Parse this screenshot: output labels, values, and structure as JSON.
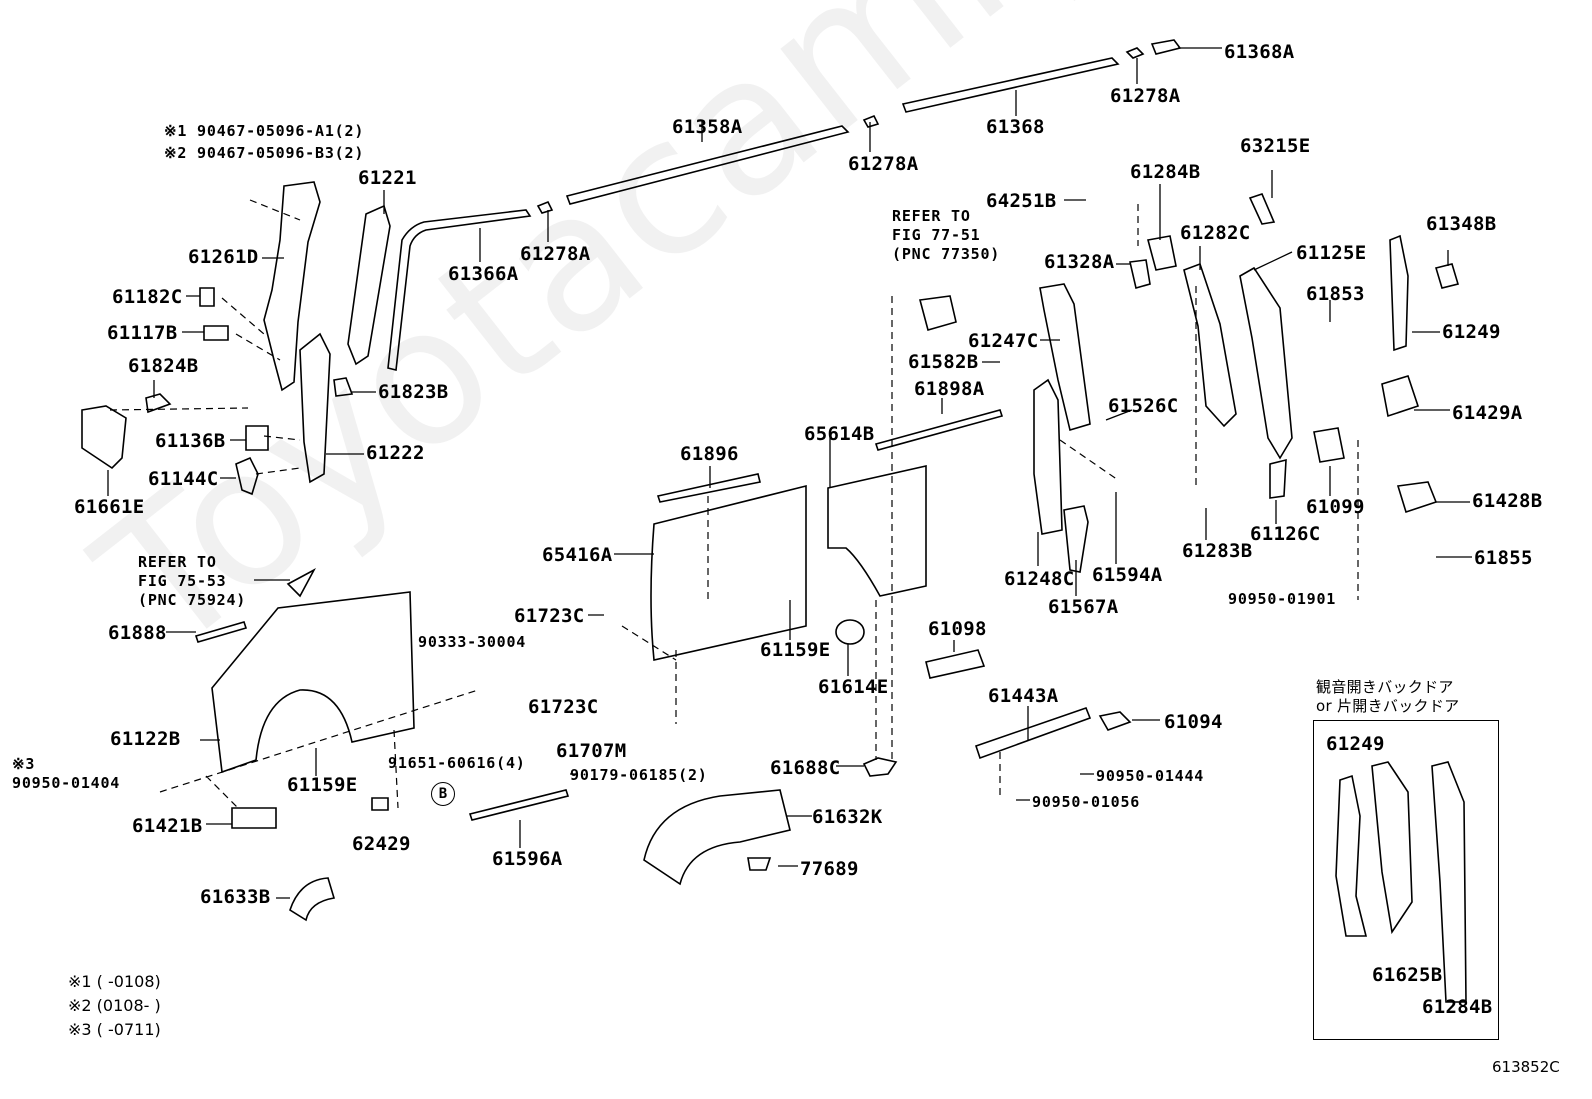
{
  "watermark": "Toyotacamry.ru",
  "figure_code": "613852C",
  "fastener_notes": {
    "n1": "※1 90467-05096-A1(2)",
    "n2": "※2 90467-05096-B3(2)"
  },
  "refer_1": {
    "l1": "REFER TO",
    "l2": "FIG 77-51",
    "l3": "(PNC 77350)"
  },
  "refer_2": {
    "l1": "REFER TO",
    "l2": "FIG 75-53",
    "l3": "(PNC 75924)"
  },
  "mark3": {
    "l1": "※3",
    "l2": "90950-01404"
  },
  "circle_b": "B",
  "labels": [
    "61368A",
    "61278A",
    "61368",
    "61358A",
    "61278A",
    "63215E",
    "61284B",
    "64251B",
    "61221",
    "61261D",
    "61366A",
    "61278A",
    "61182C",
    "61117B",
    "61824B",
    "61823B",
    "61136B",
    "61144C",
    "61661E",
    "61222",
    "61328A",
    "61282C",
    "61125E",
    "61348B",
    "61853",
    "61249",
    "61247C",
    "61582B",
    "61898A",
    "61526C",
    "65614B",
    "61896",
    "61429A",
    "61099",
    "61428B",
    "61855",
    "61126C",
    "61283B",
    "61248C",
    "61594A",
    "61567A",
    "65416A",
    "61723C",
    "61888",
    "61159E",
    "61614E",
    "61098",
    "61443A",
    "61094",
    "61723C",
    "61707M",
    "61122B",
    "61159E",
    "61688C",
    "61632K",
    "61421B",
    "62429",
    "61596A",
    "77689",
    "61633B"
  ],
  "small_labels": [
    "90950-01901",
    "90333-30004",
    "91651-60616(4)",
    "90179-06185(2)",
    "90950-01444",
    "90950-01056"
  ],
  "inset": {
    "title_l1": "観音開きバックドア",
    "title_l2": "or 片開きバックドア",
    "labels": [
      "61249",
      "61625B",
      "61284B"
    ]
  },
  "legend_notes": [
    "※1 (     -0108)",
    "※2 (0108-     )",
    "※3 (     -0711)"
  ]
}
